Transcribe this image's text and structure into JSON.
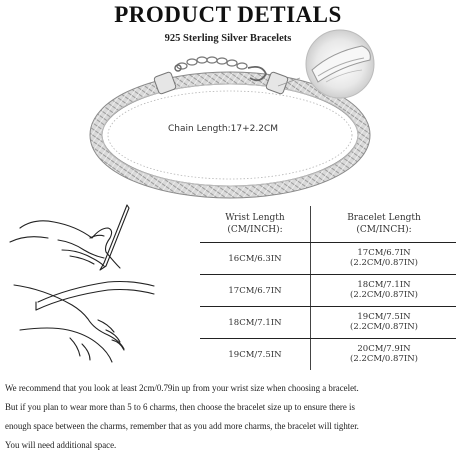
{
  "header": {
    "title": "PRODUCT DETIALS",
    "subtitle": "925 Sterling Silver Bracelets"
  },
  "bracelet": {
    "chain_label": "Chain Length:17+2.2CM"
  },
  "size_table": {
    "headers": [
      [
        "Wrist Length",
        "(CM/INCH):"
      ],
      [
        "Bracelet Length",
        "(CM/INCH):"
      ]
    ],
    "rows": [
      {
        "wrist": "16CM/6.3IN",
        "bracelet": [
          "17CM/6.7IN",
          "(2.2CM/0.87IN)"
        ]
      },
      {
        "wrist": "17CM/6.7IN",
        "bracelet": [
          "18CM/7.1IN",
          "(2.2CM/0.87IN)"
        ]
      },
      {
        "wrist": "18CM/7.1IN",
        "bracelet": [
          "19CM/7.5IN",
          "(2.2CM/0.87IN)"
        ]
      },
      {
        "wrist": "19CM/7.5IN",
        "bracelet": [
          "20CM/7.9IN",
          "(2.2CM/0.87IN)"
        ]
      }
    ]
  },
  "notes": {
    "lines": [
      "We recommend that you look at least 2cm/0.79in up from your wrist size when choosing a bracelet.",
      "But if you plan to wear more than 5 to 6 charms, then choose the bracelet size up to ensure there is",
      "enough space between the charms, remember that as you add more charms, the bracelet will tighter.",
      "You will need additional space."
    ]
  }
}
